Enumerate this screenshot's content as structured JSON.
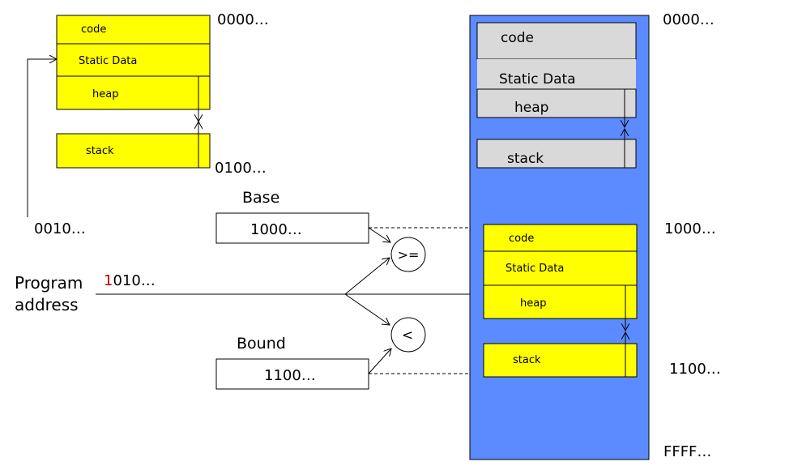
{
  "left_memory": {
    "code_label": "code",
    "static_label": "Static Data",
    "heap_label": "heap",
    "stack_label": "stack",
    "addr_top": "0000…",
    "addr_bottom": "0100…",
    "addr_entry": "0010…"
  },
  "program_address": {
    "line1": "Program",
    "line2": "address",
    "value_prefix": "1",
    "value_rest": "010…"
  },
  "base": {
    "label": "Base",
    "value": "1000…"
  },
  "bound": {
    "label": "Bound",
    "value": "1100…"
  },
  "comparators": {
    "ge": ">=",
    "lt": "<"
  },
  "physical_memory": {
    "top_code_label": "code",
    "top_static_label": "Static Data",
    "top_heap_label": "heap",
    "top_stack_label": "stack",
    "code_label": "code",
    "static_label": "Static Data",
    "heap_label": "heap",
    "stack_label": "stack",
    "addr_top": "0000…",
    "addr_base": "1000…",
    "addr_bound": "1100…",
    "addr_end": "FFFF…"
  },
  "colors": {
    "segment_yellow": "#FFFF00",
    "physical_blue": "#5B8BFF",
    "grey_segment": "#D9D9D9",
    "highlight_red": "#C00000"
  }
}
